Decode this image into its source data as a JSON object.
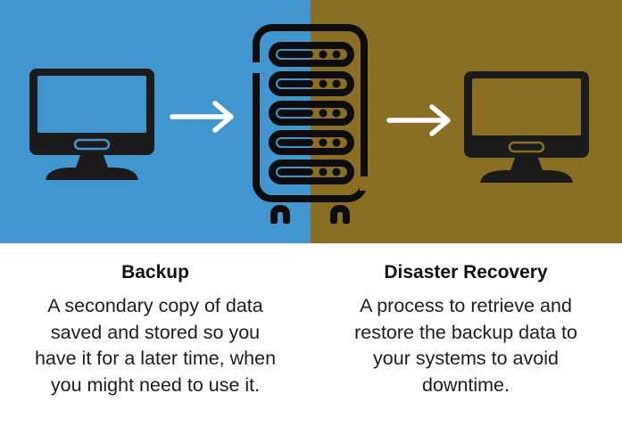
{
  "palette": {
    "backup_blue": "#4296d0",
    "recovery_brown": "#8a6e24",
    "icon_black": "#0d0d0d",
    "monitor_black": "#1b1b1b",
    "arrow_white": "#ffffff",
    "text_black": "#111111"
  },
  "icons": {
    "left": "desktop-computer-icon",
    "center": "server-rack-icon",
    "right": "desktop-computer-icon",
    "connectors": "arrow-right-icon"
  },
  "columns": [
    {
      "heading": "Backup",
      "lines": [
        "A secondary copy of data",
        "saved and stored so you",
        "have it for a later time, when",
        "you might need to use it."
      ]
    },
    {
      "heading": "Disaster Recovery",
      "lines": [
        "A process to retrieve and",
        "restore the backup data to",
        "your systems to avoid",
        "downtime."
      ]
    }
  ]
}
